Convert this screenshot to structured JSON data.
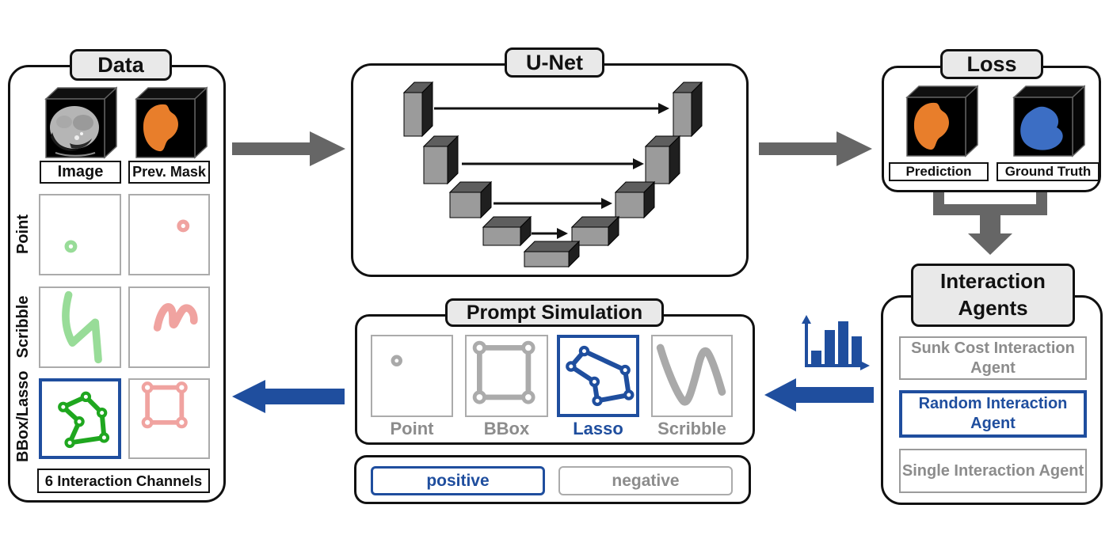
{
  "colors": {
    "accent_blue": "#1F4E9E",
    "arrow_gray": "#666666",
    "positive_light_green": "#98DC98",
    "positive_strong_green": "#1FA71F",
    "negative_salmon": "#F0A3A0",
    "prediction_orange": "#E87E2B",
    "ground_truth_blue": "#3C6EC4",
    "box_border_gray": "#ABABAB",
    "text_gray": "#8C8C8C",
    "title_bg": "#E9E9E9"
  },
  "panels": {
    "data": {
      "title": "Data",
      "inputs": [
        {
          "label": "Image"
        },
        {
          "label": "Prev. Mask"
        }
      ],
      "rows": [
        {
          "label": "Point"
        },
        {
          "label": "Scribble"
        },
        {
          "label": "BBox/Lasso"
        }
      ],
      "footer": "6 Interaction Channels"
    },
    "unet": {
      "title": "U-Net"
    },
    "loss": {
      "title": "Loss",
      "outputs": [
        {
          "label": "Prediction"
        },
        {
          "label": "Ground Truth"
        }
      ]
    },
    "interaction_agents": {
      "title": "Interaction Agents",
      "items": [
        {
          "label": "Sunk Cost Interaction Agent",
          "selected": false
        },
        {
          "label": "Random Interaction Agent",
          "selected": true
        },
        {
          "label": "Single Interaction Agent",
          "selected": false
        }
      ]
    },
    "prompt_simulation": {
      "title": "Prompt Simulation",
      "options": [
        {
          "label": "Point",
          "selected": false
        },
        {
          "label": "BBox",
          "selected": false
        },
        {
          "label": "Lasso",
          "selected": true
        },
        {
          "label": "Scribble",
          "selected": false
        }
      ]
    },
    "legend": {
      "items": [
        {
          "label": "positive",
          "selected": true
        },
        {
          "label": "negative",
          "selected": false
        }
      ]
    }
  }
}
